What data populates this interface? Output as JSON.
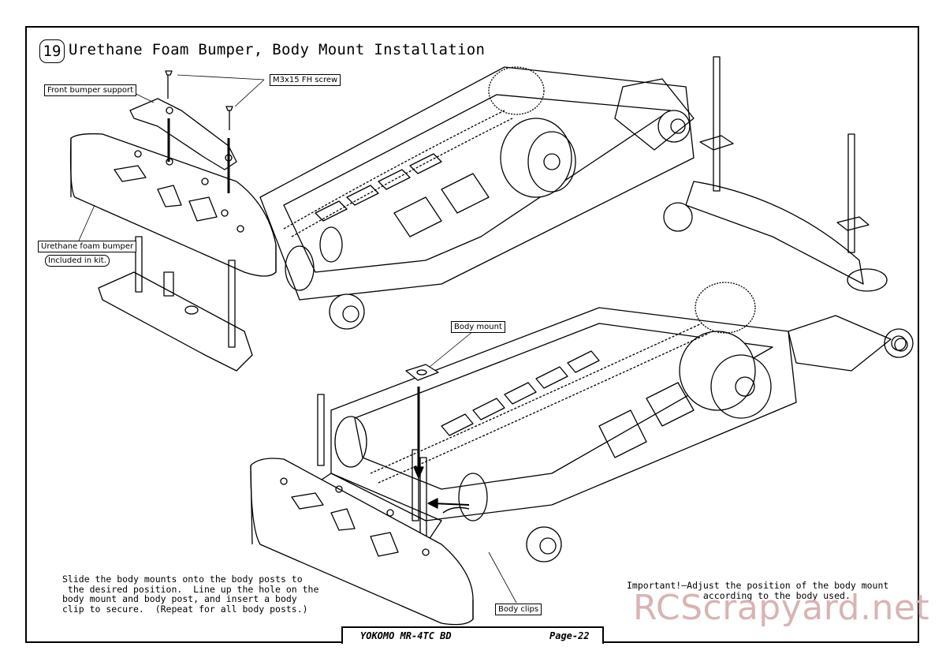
{
  "step": {
    "number": "19",
    "title": "Urethane Foam Bumper, Body Mount Installation"
  },
  "callouts": {
    "front_bumper_support": "Front bumper support",
    "screw": "M3x15 FH screw",
    "urethane_bumper": "Urethane foam bumper",
    "included": "Included in kit.",
    "body_mount": "Body mount",
    "body_clips": "Body clips"
  },
  "notes": {
    "instructions": "Slide the body mounts onto the body posts to\n the desired position.  Line up the hole on the\nbody mount and body post, and insert a body\nclip to secure.  (Repeat for all body posts.)",
    "important": "Important!—Adjust the position of the body mount\n              according to the body used."
  },
  "footer": {
    "model": "YOKOMO MR-4TC BD",
    "page": "Page-22"
  },
  "watermark": "RCScrapyard.net"
}
